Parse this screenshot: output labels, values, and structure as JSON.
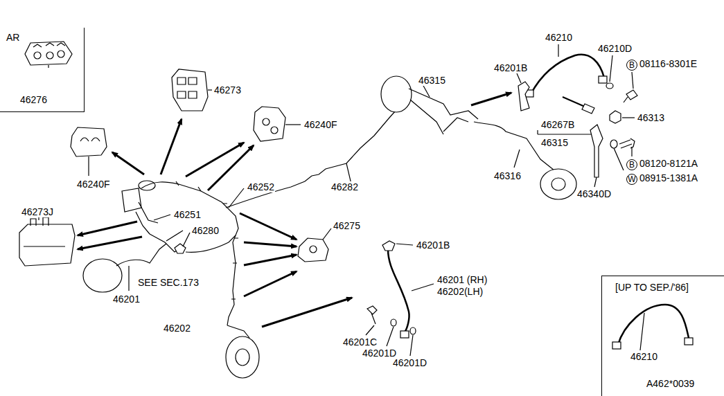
{
  "diagram": {
    "nodes": [
      {
        "text": [
          "AR",
          "46276"
        ]
      },
      {
        "text": [
          "[UP TO SEP./'86]",
          "46210"
        ]
      }
    ],
    "labels": [
      "46273",
      "46240F",
      "46240F",
      "46273J",
      "46251",
      "46280",
      "46252",
      "46282",
      "46315",
      "46210",
      "46210D",
      "B",
      "08116-8301E",
      "46201B",
      "46313",
      "46267B",
      "46315",
      "B",
      "08120-8121A",
      "W",
      "08915-1381A",
      "46316",
      "46340D",
      "46275",
      "46201B",
      "46201 (RH)",
      "46202(LH)",
      "SEE SEC.173",
      "46201",
      "46202",
      "46201C",
      "46201D",
      "46201D",
      "A462*0039"
    ]
  }
}
